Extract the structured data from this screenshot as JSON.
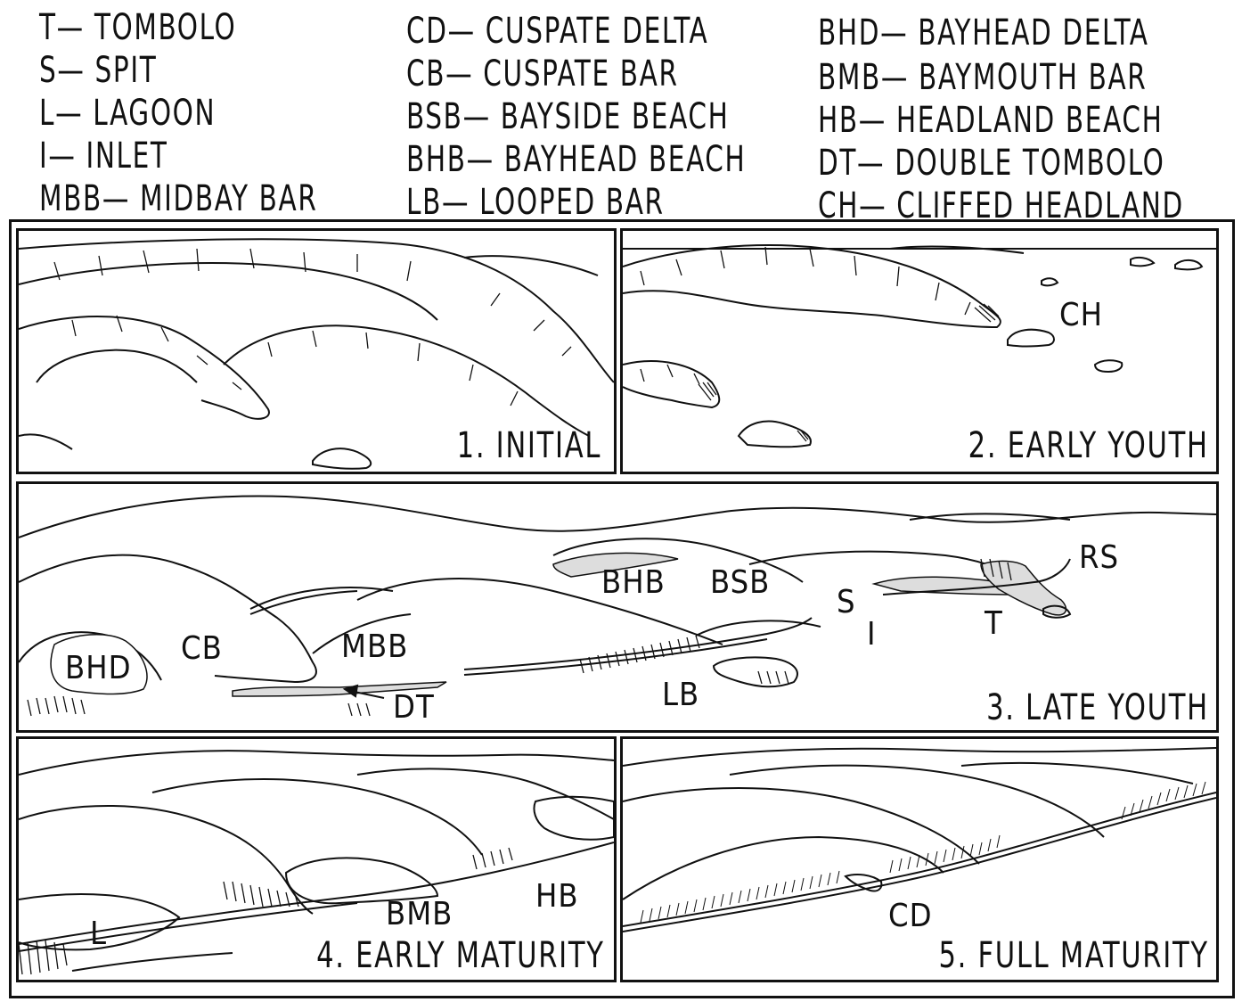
{
  "legend": [
    [
      "T— TOMBOLO",
      "S— SPIT",
      "L— LAGOON",
      "I— INLET",
      "MBB— MIDBAY BAR"
    ],
    [
      "CD— CUSPATE DELTA",
      "CB— CUSPATE BAR",
      "BSB— BAYSIDE BEACH",
      "BHB— BAYHEAD BEACH",
      "LB— LOOPED BAR"
    ],
    [
      "BHD— BAYHEAD DELTA",
      "BMB— BAYMOUTH BAR",
      "HB— HEADLAND BEACH",
      "DT— DOUBLE TOMBOLO",
      "CH— CLIFFED HEADLAND"
    ]
  ],
  "panels": {
    "p1": {
      "caption": "1. INITIAL"
    },
    "p2": {
      "caption": "2. EARLY YOUTH",
      "labels": [
        "CH"
      ]
    },
    "p3": {
      "caption": "3. LATE YOUTH",
      "labels": [
        "BHB",
        "BSB",
        "S",
        "RS",
        "I",
        "T",
        "CB",
        "MBB",
        "BHD",
        "DT",
        "LB"
      ]
    },
    "p4": {
      "caption": "4. EARLY MATURITY",
      "labels": [
        "L",
        "BMB",
        "HB"
      ]
    },
    "p5": {
      "caption": "5. FULL MATURITY",
      "labels": [
        "CD"
      ]
    }
  }
}
